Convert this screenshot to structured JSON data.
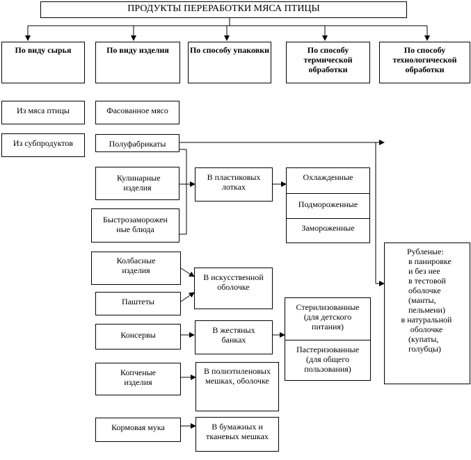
{
  "title": "ПРОДУКТЫ ПЕРЕРАБОТКИ МЯСА ПТИЦЫ",
  "categories": {
    "raw": "По виду сырья",
    "product": "По виду изделия",
    "packaging": "По способу упаковки",
    "thermal": "По способу термической обработки",
    "technological": "По способу технологической обработки"
  },
  "raw_items": {
    "poultry_meat": "Из мяса птицы",
    "byproducts": "Из субпродуктов"
  },
  "product_items": {
    "packaged_meat": "Фасованное мясо",
    "semi_finished": "Полуфабрикаты",
    "culinary": "Кулинарные изделия",
    "frozen_meals": "Быстрозаморожен ные блюда",
    "sausages": "Колбасные изделия",
    "pates": "Паштеты",
    "canned": "Консервы",
    "smoked": "Копченые изделия",
    "feed_meal": "Кормовая мука"
  },
  "packaging_items": {
    "plastic_trays": "В пластиковых лотках",
    "artificial_casing": "В искусственной оболочке",
    "tin_cans": "В жестяных банках",
    "polyethylene": "В полиэтиленовых мешках, оболочке",
    "paper_bags": "В бумажных и тканевых мешках"
  },
  "thermal_items": {
    "chilled": "Охлажденные",
    "supercooled": "Подмороженные",
    "frozen": "Замороженные",
    "sterilized": "Стерилизованные (для детского питания)",
    "pasteurized": "Пастеризованные (для общего пользования)"
  },
  "technological_box": {
    "heading": "Рубленые:",
    "breaded": "в панировке",
    "not_breaded": "и без нее",
    "dough": "в тестовой оболочке",
    "dough_examples": "(манты, пельмени)",
    "natural": "в натуральной оболочке",
    "natural_examples": "(купаты, голубцы)"
  }
}
